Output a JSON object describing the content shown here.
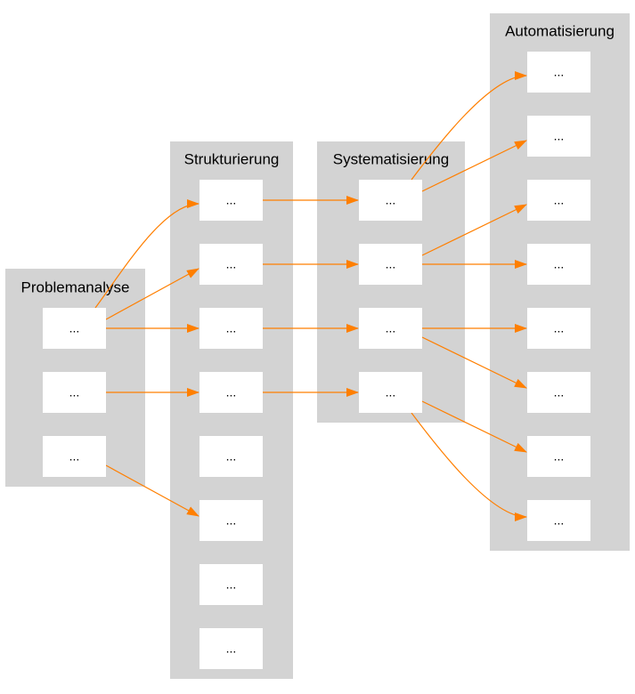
{
  "colors": {
    "cluster_bg": "#d3d3d3",
    "node_bg": "#ffffff",
    "edge": "#ff7f00"
  },
  "clusters": [
    {
      "id": "problemanalyse",
      "title": "Problemanalyse",
      "nodes": [
        {
          "id": "p1",
          "label": "..."
        },
        {
          "id": "p2",
          "label": "..."
        },
        {
          "id": "p3",
          "label": "..."
        }
      ]
    },
    {
      "id": "strukturierung",
      "title": "Strukturierung",
      "nodes": [
        {
          "id": "s1",
          "label": "..."
        },
        {
          "id": "s2",
          "label": "..."
        },
        {
          "id": "s3",
          "label": "..."
        },
        {
          "id": "s4",
          "label": "..."
        },
        {
          "id": "s5",
          "label": "..."
        },
        {
          "id": "s6",
          "label": "..."
        },
        {
          "id": "s7",
          "label": "..."
        },
        {
          "id": "s8",
          "label": "..."
        }
      ]
    },
    {
      "id": "systematisierung",
      "title": "Systematisierung",
      "nodes": [
        {
          "id": "y1",
          "label": "..."
        },
        {
          "id": "y2",
          "label": "..."
        },
        {
          "id": "y3",
          "label": "..."
        },
        {
          "id": "y4",
          "label": "..."
        }
      ]
    },
    {
      "id": "automatisierung",
      "title": "Automatisierung",
      "nodes": [
        {
          "id": "a1",
          "label": "..."
        },
        {
          "id": "a2",
          "label": "..."
        },
        {
          "id": "a3",
          "label": "..."
        },
        {
          "id": "a4",
          "label": "..."
        },
        {
          "id": "a5",
          "label": "..."
        },
        {
          "id": "a6",
          "label": "..."
        },
        {
          "id": "a7",
          "label": "..."
        },
        {
          "id": "a8",
          "label": "..."
        }
      ]
    }
  ],
  "edges": [
    {
      "from": "p1",
      "to": "s1"
    },
    {
      "from": "p1",
      "to": "s2"
    },
    {
      "from": "p1",
      "to": "s3"
    },
    {
      "from": "p2",
      "to": "s4"
    },
    {
      "from": "p3",
      "to": "s6"
    },
    {
      "from": "s1",
      "to": "y1"
    },
    {
      "from": "s2",
      "to": "y2"
    },
    {
      "from": "s3",
      "to": "y3"
    },
    {
      "from": "s4",
      "to": "y4"
    },
    {
      "from": "y1",
      "to": "a1"
    },
    {
      "from": "y1",
      "to": "a2"
    },
    {
      "from": "y2",
      "to": "a3"
    },
    {
      "from": "y2",
      "to": "a4"
    },
    {
      "from": "y3",
      "to": "a5"
    },
    {
      "from": "y3",
      "to": "a6"
    },
    {
      "from": "y4",
      "to": "a7"
    },
    {
      "from": "y4",
      "to": "a8"
    }
  ]
}
